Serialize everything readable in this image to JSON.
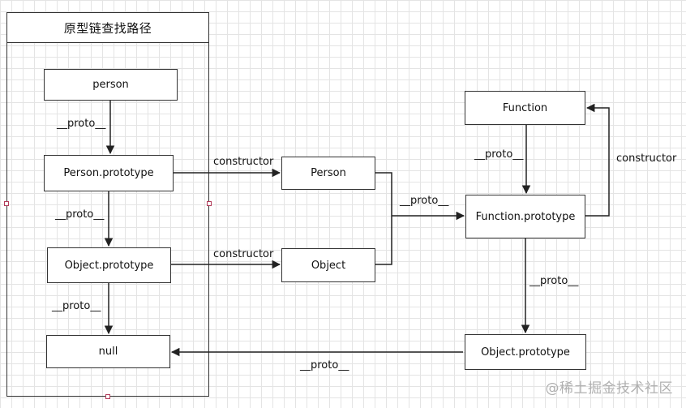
{
  "container": {
    "title": "原型链查找路径"
  },
  "nodes": {
    "person": "person",
    "person_prototype": "Person.prototype",
    "object_prototype_left": "Object.prototype",
    "null": "null",
    "person_ctor": "Person",
    "object_ctor": "Object",
    "function_ctor": "Function",
    "function_prototype": "Function.prototype",
    "object_prototype_right": "Object.prototype"
  },
  "edges": {
    "proto_person": "__proto__",
    "proto_person_prototype": "__proto__",
    "proto_object_prototype_left": "__proto__",
    "constructor_person": "constructor",
    "constructor_object": "constructor",
    "proto_ctors": "__proto__",
    "proto_function": "__proto__",
    "constructor_function": "constructor",
    "proto_function_prototype": "__proto__",
    "proto_object_prototype_right": "__proto__"
  },
  "watermark": "@稀土掘金技术社区"
}
